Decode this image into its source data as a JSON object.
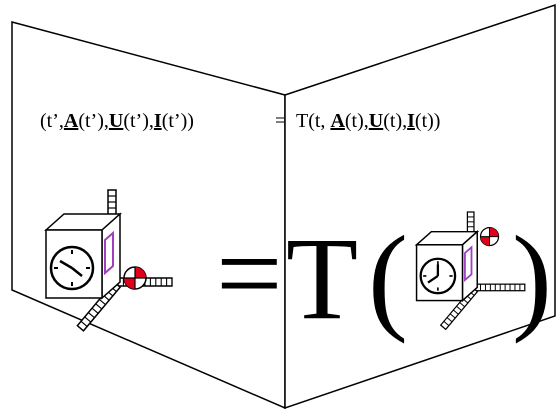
{
  "diagram": {
    "formula": {
      "lhs": [
        {
          "t": "(t’,",
          "bold": false,
          "u": false
        },
        {
          "t": "A",
          "bold": true,
          "u": true
        },
        {
          "t": "(t’),",
          "bold": false,
          "u": false
        },
        {
          "t": "U",
          "bold": true,
          "u": true
        },
        {
          "t": "(t’),",
          "bold": false,
          "u": false
        },
        {
          "t": "I",
          "bold": true,
          "u": true
        },
        {
          "t": "(t’))",
          "bold": false,
          "u": false
        }
      ],
      "equals": "=",
      "rhs": [
        {
          "t": "T(t, ",
          "bold": false,
          "u": false
        },
        {
          "t": "A",
          "bold": true,
          "u": true
        },
        {
          "t": "(t),",
          "bold": false,
          "u": false
        },
        {
          "t": "U",
          "bold": true,
          "u": true
        },
        {
          "t": "(t),",
          "bold": false,
          "u": false
        },
        {
          "t": "I",
          "bold": true,
          "u": true
        },
        {
          "t": "(t))",
          "bold": false,
          "u": false
        }
      ]
    },
    "big_equation": {
      "equals": "=",
      "operator": "T",
      "open_paren": "(",
      "close_paren": ")"
    },
    "colors": {
      "ink": "#000000",
      "red": "#e0001a",
      "purple": "#a040c0",
      "background": "#ffffff"
    },
    "icons": [
      "clock-cube-frame-icon",
      "target-marker-icon"
    ]
  }
}
